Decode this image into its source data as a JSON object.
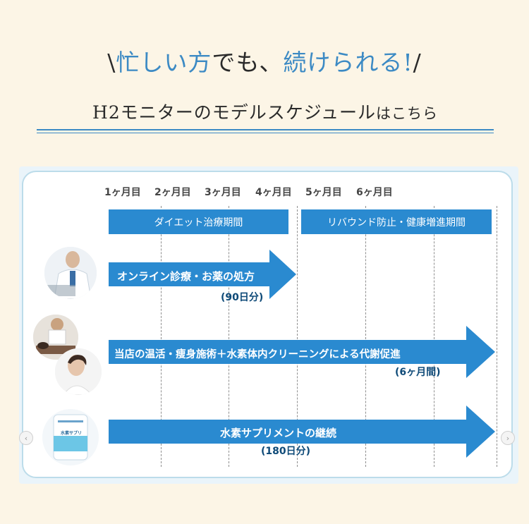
{
  "headline": {
    "prefix": "\\",
    "part1": "忙しい方",
    "part2": "でも、",
    "part3": "続けられる!",
    "suffix": "/"
  },
  "subhead": {
    "main": "H2モニターのモデルスケジュール",
    "tail": "はこちら"
  },
  "schedule": {
    "months": [
      "1ヶ月目",
      "2ヶ月目",
      "3ヶ月目",
      "4ヶ月目",
      "5ヶ月目",
      "6ヶ月目"
    ],
    "phases": [
      "ダイエット治療期間",
      "リバウンド防止・健康増進期間"
    ],
    "rows": [
      {
        "label": "オンライン診療・お薬の処方",
        "duration": "(90日分)"
      },
      {
        "label": "当店の温活・痩身施術＋水素体内クリーニングによる代謝促進",
        "duration": "(6ヶ月間)"
      },
      {
        "label": "水素サプリメントの継続",
        "duration": "(180日分)"
      }
    ],
    "supplement_text": "水素サプリ",
    "arrow_color": "#2a8ad0"
  },
  "nav": {
    "prev_icon": "‹",
    "next_icon": "›"
  }
}
